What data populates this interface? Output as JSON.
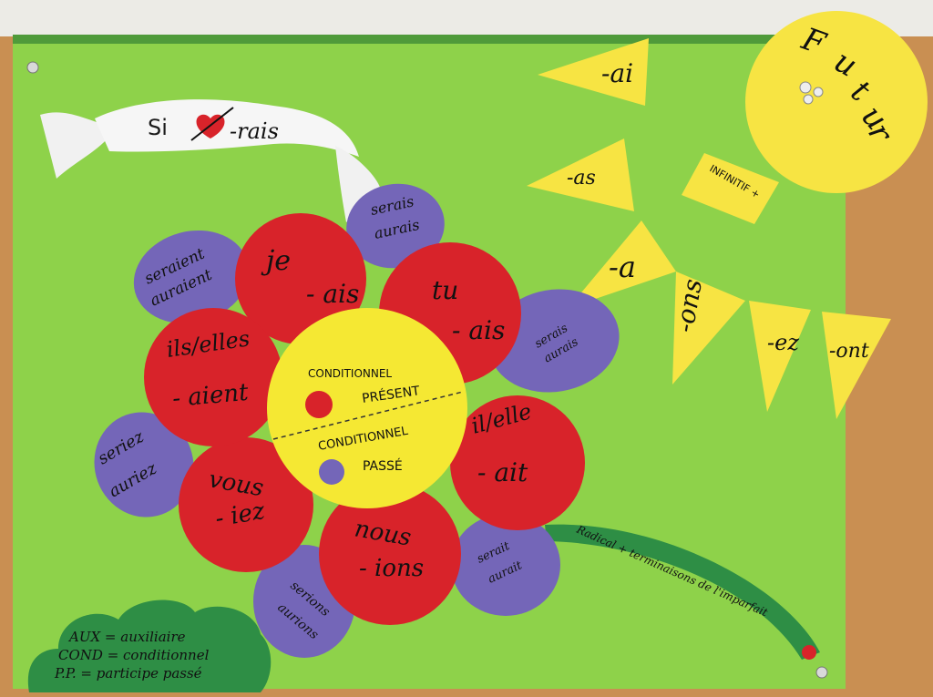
{
  "colors": {
    "poster": "#8ed24a",
    "petal_red": "#d8232a",
    "petal_purple": "#7466b8",
    "center_yellow": "#f5e833",
    "sun_yellow": "#f7e443",
    "cloud_green": "#2e8e45"
  },
  "banner": {
    "prefix": "Si",
    "suffix": "-rais"
  },
  "sun": {
    "letters": [
      "F",
      "u",
      "t",
      "u",
      "r"
    ]
  },
  "flags": {
    "infinitif_label": "INFINITIF +",
    "endings": [
      "-ai",
      "-as",
      "-a",
      "-ons",
      "-ez",
      "-ont"
    ]
  },
  "center": {
    "present_heading": "CONDITIONNEL",
    "present_label": "PRÉSENT",
    "past_heading": "CONDITIONNEL",
    "past_label": "PASSÉ"
  },
  "red_petals": [
    {
      "pronoun": "je",
      "ending": "- ais"
    },
    {
      "pronoun": "tu",
      "ending": "- ais"
    },
    {
      "pronoun": "il/elle",
      "ending": "- ait"
    },
    {
      "pronoun": "nous",
      "ending": "- ions"
    },
    {
      "pronoun": "vous",
      "ending": "- iez"
    },
    {
      "pronoun": "ils/elles",
      "ending": "- aient"
    }
  ],
  "purple_petals": [
    {
      "line1": "serais",
      "line2": "aurais"
    },
    {
      "line1": "serais",
      "line2": "aurais"
    },
    {
      "line1": "serait",
      "line2": "aurait"
    },
    {
      "line1": "serions",
      "line2": "aurions"
    },
    {
      "line1": "seriez",
      "line2": "auriez"
    },
    {
      "line1": "seraient",
      "line2": "auraient"
    }
  ],
  "stem_text": "Radical + terminaisons de l'imparfait",
  "legend": [
    "AUX = auxiliaire",
    "COND = conditionnel",
    "P.P. = participe passé"
  ]
}
